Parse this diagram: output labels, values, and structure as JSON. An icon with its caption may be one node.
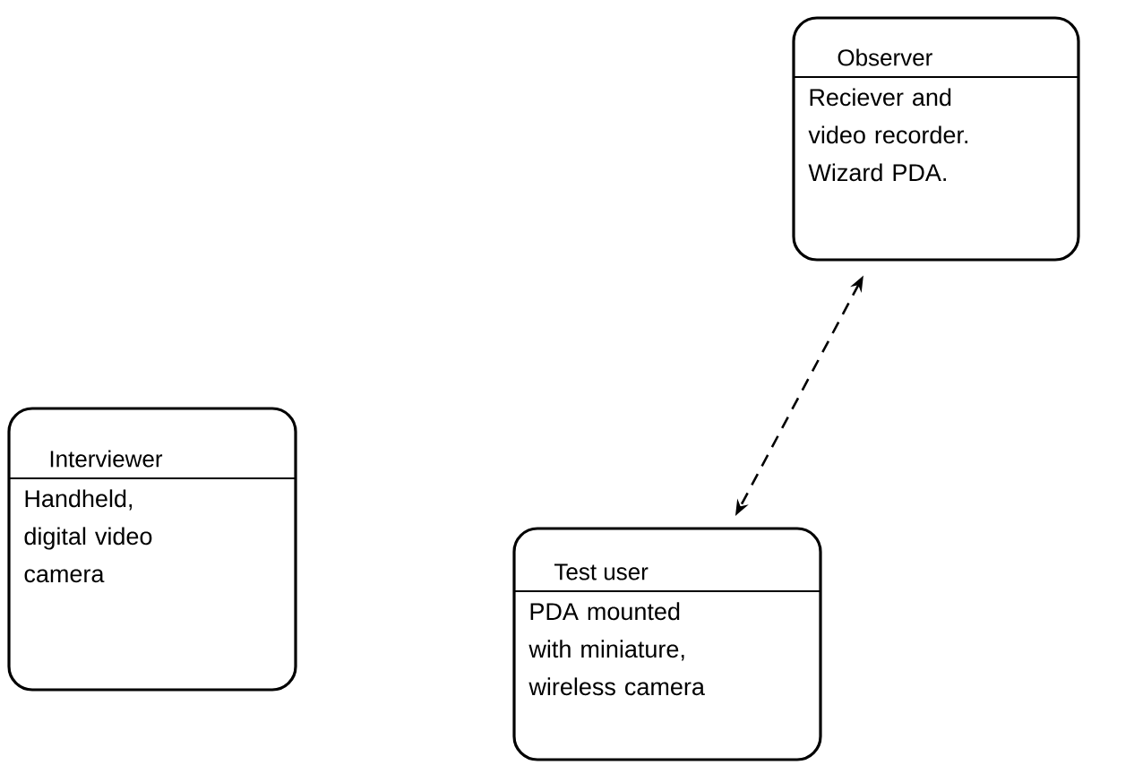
{
  "diagram": {
    "nodes": [
      {
        "text": [
          "Observer",
          "Reciever and video recorder. Wizard PDA."
        ]
      },
      {
        "text": [
          "Interviewer",
          "Handheld, digital video camera"
        ]
      },
      {
        "text": [
          "Test user",
          "PDA mounted with miniature, wireless camera"
        ]
      }
    ],
    "edges": [
      {
        "from": 0,
        "to": 2,
        "arrow": "both",
        "style": "dashed"
      }
    ]
  }
}
